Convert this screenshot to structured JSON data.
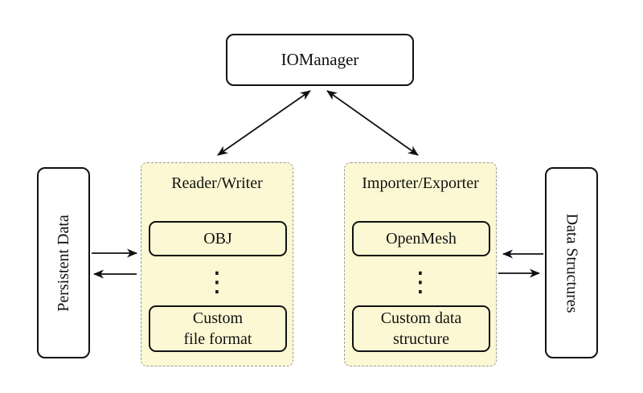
{
  "colors": {
    "canvas_bg": "#ffffff",
    "group_fill": "#fcf8d3",
    "group_border": "#9a9a9a",
    "node_fill": "#ffffff",
    "node_border": "#111111",
    "arrow": "#111111",
    "text": "#111111"
  },
  "nodes": {
    "io_manager": {
      "label": "IOManager"
    },
    "persistent_data": {
      "label": "Persistent Data"
    },
    "data_structures": {
      "label": "Data Structures"
    },
    "reader_writer": {
      "title": "Reader/Writer",
      "box1": "OBJ",
      "dots": "⋮",
      "box2_line1": "Custom",
      "box2_line2": "file format"
    },
    "importer_exporter": {
      "title": "Importer/Exporter",
      "box1": "OpenMesh",
      "dots": "⋮",
      "box2_line1": "Custom data",
      "box2_line2": "structure"
    }
  }
}
